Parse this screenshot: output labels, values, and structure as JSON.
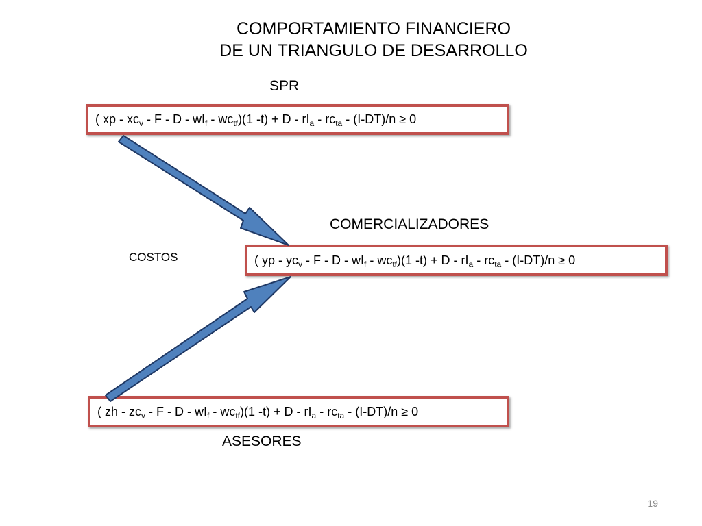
{
  "slide": {
    "title_line1": "COMPORTAMIENTO FINANCIERO",
    "title_line2": "DE UN TRIANGULO DE DESARROLLO",
    "page_number": "19"
  },
  "labels": {
    "spr": "SPR",
    "comercializadores": "COMERCIALIZADORES",
    "costos": "COSTOS",
    "asesores": "ASESORES"
  },
  "formulas": {
    "spr": {
      "prefix": "( xp - xc",
      "sub_v": "v",
      "part1": " - F - D - wI",
      "sub_f": "f",
      "part2": " - wc",
      "sub_tf": "tf",
      "part3": ")(1 -t) + D - rI",
      "sub_a": "a",
      "part4": " - rc",
      "sub_ta": "ta",
      "suffix": " - (I-DT)/n ≥ 0"
    },
    "comercializadores": {
      "prefix": "( yp - yc",
      "sub_v": "v",
      "part1": " - F - D - wI",
      "sub_f": "f",
      "part2": " - wc",
      "sub_tf": "tf",
      "part3": ")(1 -t) + D - rI",
      "sub_a": "a",
      "part4": " - rc",
      "sub_ta": "ta",
      "suffix": " - (I-DT)/n ≥ 0"
    },
    "asesores": {
      "prefix": "( zh - zc",
      "sub_v": "v",
      "part1": " - F - D - wI",
      "sub_f": "f",
      "part2": " - wc",
      "sub_tf": "tf",
      "part3": ")(1 -t) + D - rI",
      "sub_a": "a",
      "part4": " - rc",
      "sub_ta": "ta",
      "suffix": " - (I-DT)/n ≥ 0"
    }
  },
  "colors": {
    "box_border": "#c0504d",
    "arrow_fill": "#4f81bd",
    "arrow_stroke": "#1f3864"
  }
}
